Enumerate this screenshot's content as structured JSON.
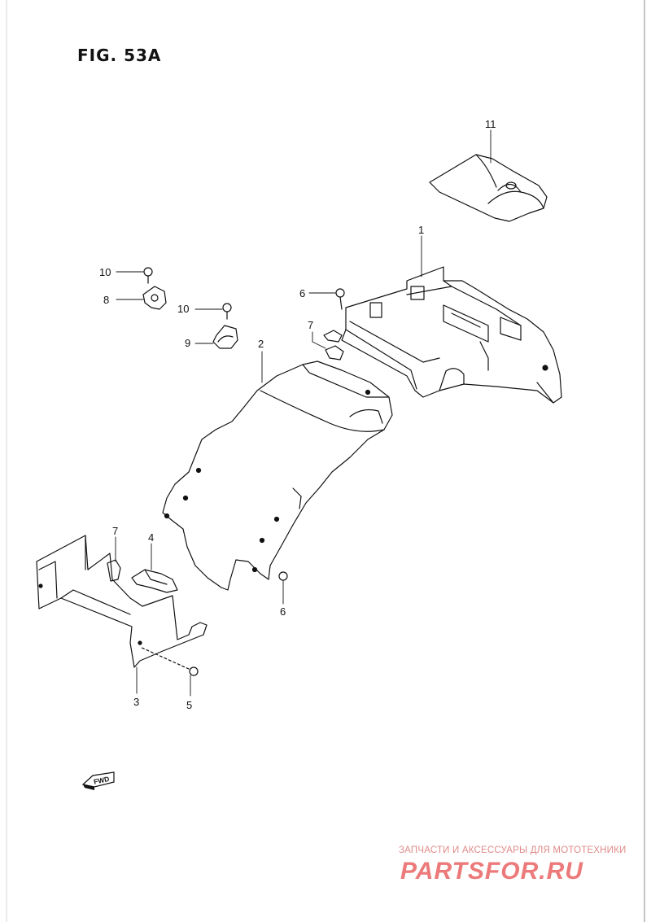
{
  "figure": {
    "title": "FIG. 53A"
  },
  "callouts": {
    "c1": "1",
    "c2": "2",
    "c3": "3",
    "c4": "4",
    "c5": "5",
    "c6a": "6",
    "c6b": "6",
    "c7a": "7",
    "c7b": "7",
    "c8": "8",
    "c9": "9",
    "c10a": "10",
    "c10b": "10",
    "c11": "11"
  },
  "direction_badge": {
    "label": "FWD",
    "icon": "fwd-arrow-icon"
  },
  "watermark": {
    "tagline": "ЗАПЧАСТИ И АКСЕССУАРЫ ДЛЯ МОТОТЕХНИКИ",
    "logo": "PARTSFOR.RU",
    "color": "#ec7a7a"
  }
}
